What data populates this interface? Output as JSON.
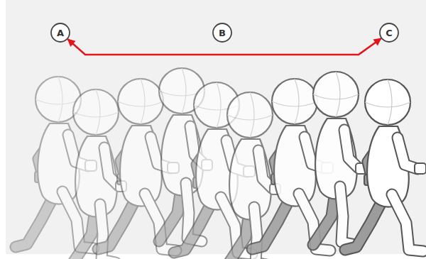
{
  "diagram": {
    "nodes": [
      {
        "text": [
          "A"
        ]
      },
      {
        "text": [
          "B"
        ]
      },
      {
        "text": [
          "C"
        ]
      }
    ],
    "edges": [
      {
        "from": 0,
        "to": 2,
        "arrow": "both"
      }
    ]
  }
}
